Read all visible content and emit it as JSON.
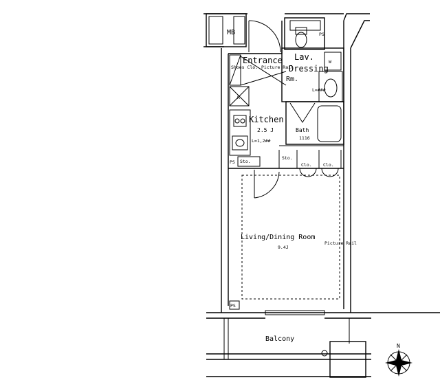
{
  "rooms": {
    "mb": "MB",
    "entrance": "Entrance",
    "lav": "Lav.",
    "dressing_rm_1": "Dressing",
    "dressing_rm_2": "Rm.",
    "kitchen": "Kitchen",
    "kitchen_area": "2.5 J",
    "kitchen_ceiling": "L=1,2##",
    "bath": "Bath",
    "bath_size": "1116",
    "living": "Living/Dining Room",
    "living_area": "9.4J",
    "balcony": "Balcony"
  },
  "storage": {
    "shoes_clo": "Shoes Clo.",
    "sto_kitchen": "Sto.",
    "sto_mid": "Sto.",
    "clo_1": "Clo.",
    "clo_2": "Clo.",
    "picture_rail_top": "Picture Rail",
    "picture_rail_right": "Picture Rail"
  },
  "marks": {
    "ps_top": "PS",
    "ps_kitchen": "PS",
    "ps_living": "PS",
    "w_mark": "W",
    "r_mark": "R",
    "lav_l": "L=###"
  },
  "compass_north": "N"
}
